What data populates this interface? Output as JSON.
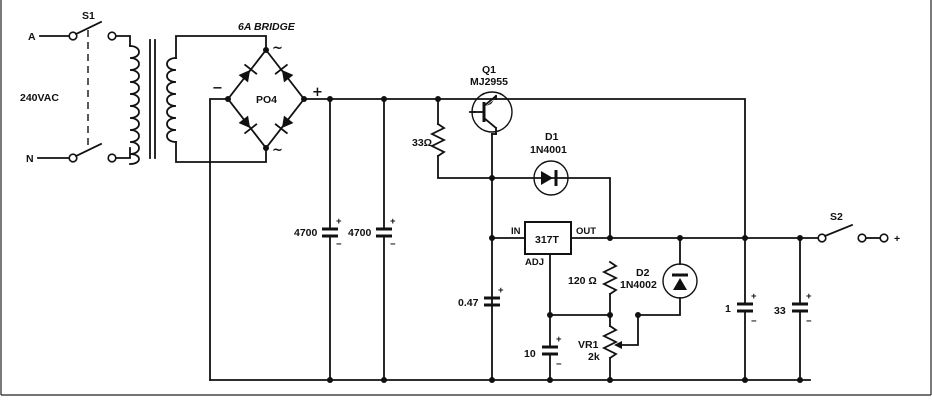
{
  "labels": {
    "s1": "S1",
    "a": "A",
    "n": "N",
    "vac": "240VAC",
    "bridge": "6A BRIDGE",
    "po4": "PO4",
    "minus": "−",
    "plus": "+",
    "ac_top": "~",
    "ac_bot": "~",
    "q1": "Q1",
    "q1_part": "MJ2955",
    "r33": "33Ω",
    "d1": "D1",
    "d1_part": "1N4001",
    "c4700a": "4700",
    "c4700b": "4700",
    "in": "IN",
    "out": "OUT",
    "reg": "317T",
    "adj": "ADJ",
    "r120": "120 Ω",
    "d2": "D2",
    "d2_part": "1N4002",
    "c047": "0.47",
    "c10": "10",
    "vr1": "VR1",
    "vr1_val": "2k",
    "c1": "1",
    "c33": "33",
    "s2": "S2",
    "out_plus": "+",
    "cap_plus": "+",
    "cap_minus": "−"
  }
}
